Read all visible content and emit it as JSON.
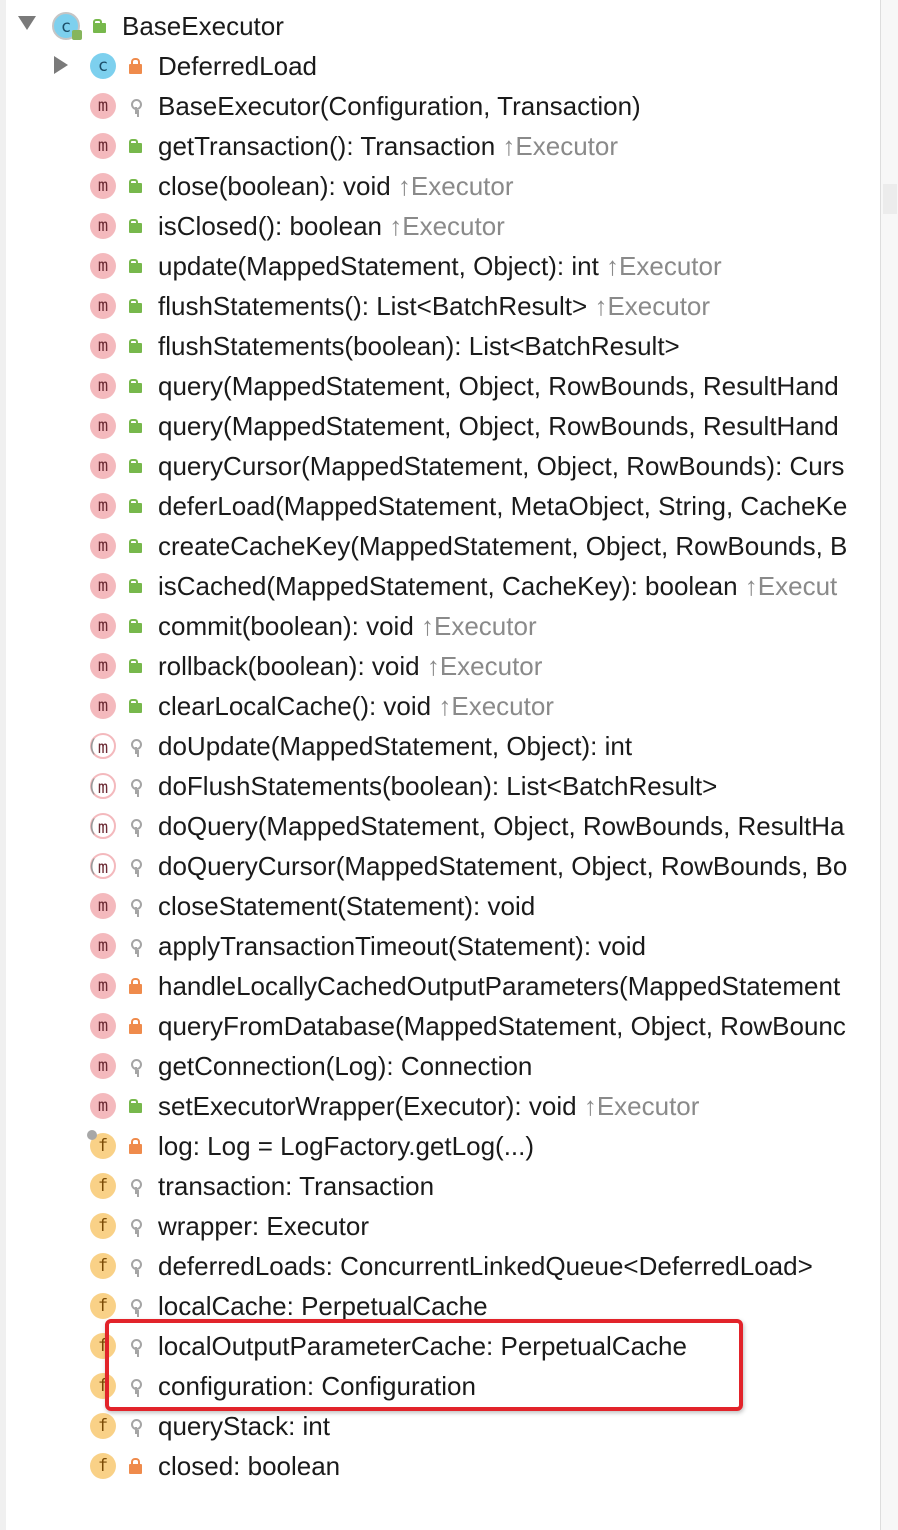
{
  "colors": {
    "method_icon": "#f4b9bd",
    "field_icon": "#f9d187",
    "class_icon": "#7dd0ee",
    "public": "#77b84c",
    "private": "#ef8b4c",
    "protected": "#a5a5a5",
    "highlight": "#e2232a"
  },
  "icon_letters": {
    "m": "m",
    "f": "f",
    "c": "c"
  },
  "tree": {
    "root": {
      "label": "BaseExecutor",
      "icon": "class-icon",
      "visibility": "public",
      "expanded": true
    },
    "items": [
      {
        "kind": "class",
        "visibility": "private",
        "label": "DeferredLoad",
        "inherited": "",
        "collapsed": true
      },
      {
        "kind": "method",
        "visibility": "protected",
        "label": "BaseExecutor(Configuration, Transaction)",
        "inherited": ""
      },
      {
        "kind": "method",
        "visibility": "public",
        "label": "getTransaction(): Transaction ",
        "inherited": "↑Executor"
      },
      {
        "kind": "method",
        "visibility": "public",
        "label": "close(boolean): void ",
        "inherited": "↑Executor"
      },
      {
        "kind": "method",
        "visibility": "public",
        "label": "isClosed(): boolean ",
        "inherited": "↑Executor"
      },
      {
        "kind": "method",
        "visibility": "public",
        "label": "update(MappedStatement, Object): int ",
        "inherited": "↑Executor"
      },
      {
        "kind": "method",
        "visibility": "public",
        "label": "flushStatements(): List<BatchResult> ",
        "inherited": "↑Executor"
      },
      {
        "kind": "method",
        "visibility": "public",
        "label": "flushStatements(boolean): List<BatchResult>",
        "inherited": ""
      },
      {
        "kind": "method",
        "visibility": "public",
        "label": "query(MappedStatement, Object, RowBounds, ResultHand",
        "inherited": ""
      },
      {
        "kind": "method",
        "visibility": "public",
        "label": "query(MappedStatement, Object, RowBounds, ResultHand",
        "inherited": ""
      },
      {
        "kind": "method",
        "visibility": "public",
        "label": "queryCursor(MappedStatement, Object, RowBounds): Curs",
        "inherited": ""
      },
      {
        "kind": "method",
        "visibility": "public",
        "label": "deferLoad(MappedStatement, MetaObject, String, CacheKe",
        "inherited": ""
      },
      {
        "kind": "method",
        "visibility": "public",
        "label": "createCacheKey(MappedStatement, Object, RowBounds, B",
        "inherited": ""
      },
      {
        "kind": "method",
        "visibility": "public",
        "label": "isCached(MappedStatement, CacheKey): boolean ",
        "inherited": "↑Execut"
      },
      {
        "kind": "method",
        "visibility": "public",
        "label": "commit(boolean): void ",
        "inherited": "↑Executor"
      },
      {
        "kind": "method",
        "visibility": "public",
        "label": "rollback(boolean): void ",
        "inherited": "↑Executor"
      },
      {
        "kind": "method",
        "visibility": "public",
        "label": "clearLocalCache(): void ",
        "inherited": "↑Executor"
      },
      {
        "kind": "abstract-method",
        "visibility": "protected",
        "label": "doUpdate(MappedStatement, Object): int",
        "inherited": ""
      },
      {
        "kind": "abstract-method",
        "visibility": "protected",
        "label": "doFlushStatements(boolean): List<BatchResult>",
        "inherited": ""
      },
      {
        "kind": "abstract-method",
        "visibility": "protected",
        "label": "doQuery(MappedStatement, Object, RowBounds, ResultHa",
        "inherited": ""
      },
      {
        "kind": "abstract-method",
        "visibility": "protected",
        "label": "doQueryCursor(MappedStatement, Object, RowBounds, Bo",
        "inherited": ""
      },
      {
        "kind": "method",
        "visibility": "protected",
        "label": "closeStatement(Statement): void",
        "inherited": ""
      },
      {
        "kind": "method",
        "visibility": "protected",
        "label": "applyTransactionTimeout(Statement): void",
        "inherited": ""
      },
      {
        "kind": "method",
        "visibility": "private",
        "label": "handleLocallyCachedOutputParameters(MappedStatement",
        "inherited": ""
      },
      {
        "kind": "method",
        "visibility": "private",
        "label": "queryFromDatabase(MappedStatement, Object, RowBounc",
        "inherited": ""
      },
      {
        "kind": "method",
        "visibility": "protected",
        "label": "getConnection(Log): Connection",
        "inherited": ""
      },
      {
        "kind": "method",
        "visibility": "public",
        "label": "setExecutorWrapper(Executor): void ",
        "inherited": "↑Executor"
      },
      {
        "kind": "static-field",
        "visibility": "private",
        "label": "log: Log = LogFactory.getLog(...)",
        "inherited": ""
      },
      {
        "kind": "field",
        "visibility": "protected",
        "label": "transaction: Transaction",
        "inherited": ""
      },
      {
        "kind": "field",
        "visibility": "protected",
        "label": "wrapper: Executor",
        "inherited": ""
      },
      {
        "kind": "field",
        "visibility": "protected",
        "label": "deferredLoads: ConcurrentLinkedQueue<DeferredLoad>",
        "inherited": ""
      },
      {
        "kind": "field",
        "visibility": "protected",
        "label": "localCache: PerpetualCache",
        "inherited": ""
      },
      {
        "kind": "field",
        "visibility": "protected",
        "label": "localOutputParameterCache: PerpetualCache",
        "inherited": ""
      },
      {
        "kind": "field",
        "visibility": "protected",
        "label": "configuration: Configuration",
        "inherited": ""
      },
      {
        "kind": "field",
        "visibility": "protected",
        "label": "queryStack: int",
        "inherited": ""
      },
      {
        "kind": "field",
        "visibility": "private",
        "label": "closed: boolean",
        "inherited": ""
      }
    ]
  }
}
